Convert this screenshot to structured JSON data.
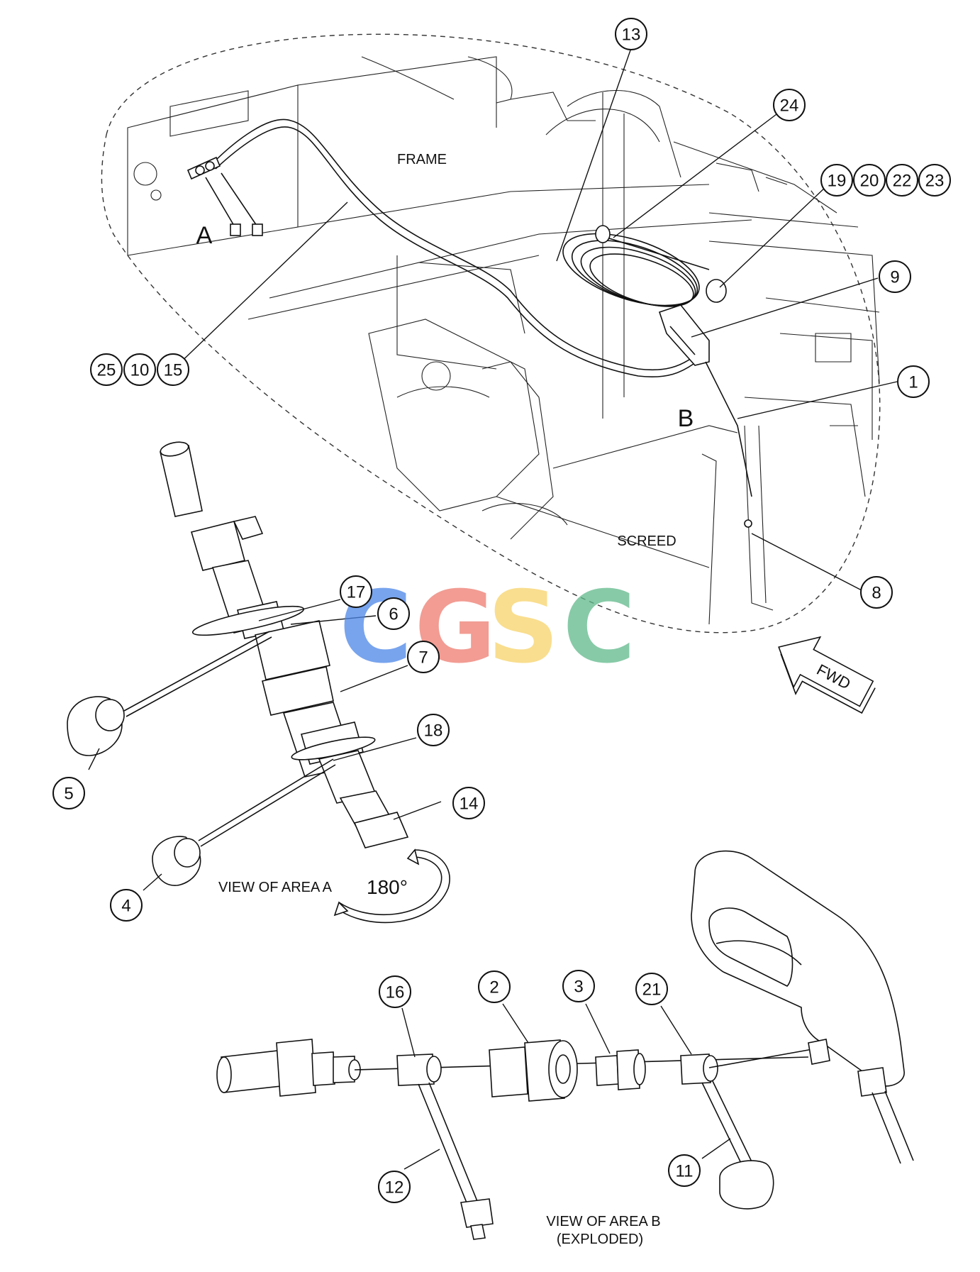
{
  "labels": {
    "frame": "FRAME",
    "screed": "SCREED",
    "area_a": "A",
    "area_b": "B",
    "fwd": "FWD",
    "view_a": "VIEW OF AREA  A",
    "rotation": "180°",
    "view_b_line1": "VIEW OF AREA  B",
    "view_b_line2": "(EXPLODED)"
  },
  "callouts": {
    "c13": "13",
    "c24": "24",
    "c19": "19",
    "c20": "20",
    "c22": "22",
    "c23": "23",
    "c9": "9",
    "c1": "1",
    "c8": "8",
    "c25": "25",
    "c10": "10",
    "c15": "15",
    "c17": "17",
    "c6": "6",
    "c7": "7",
    "c5": "5",
    "c18": "18",
    "c14": "14",
    "c4": "4",
    "c16": "16",
    "c2": "2",
    "c3": "3",
    "c21": "21",
    "c12": "12",
    "c11": "11"
  },
  "watermark": {
    "letters": [
      "C",
      "G",
      "S",
      "C"
    ],
    "colors": [
      "#4c86e8",
      "#ee7b6f",
      "#f7d46a",
      "#5fb98a"
    ]
  }
}
